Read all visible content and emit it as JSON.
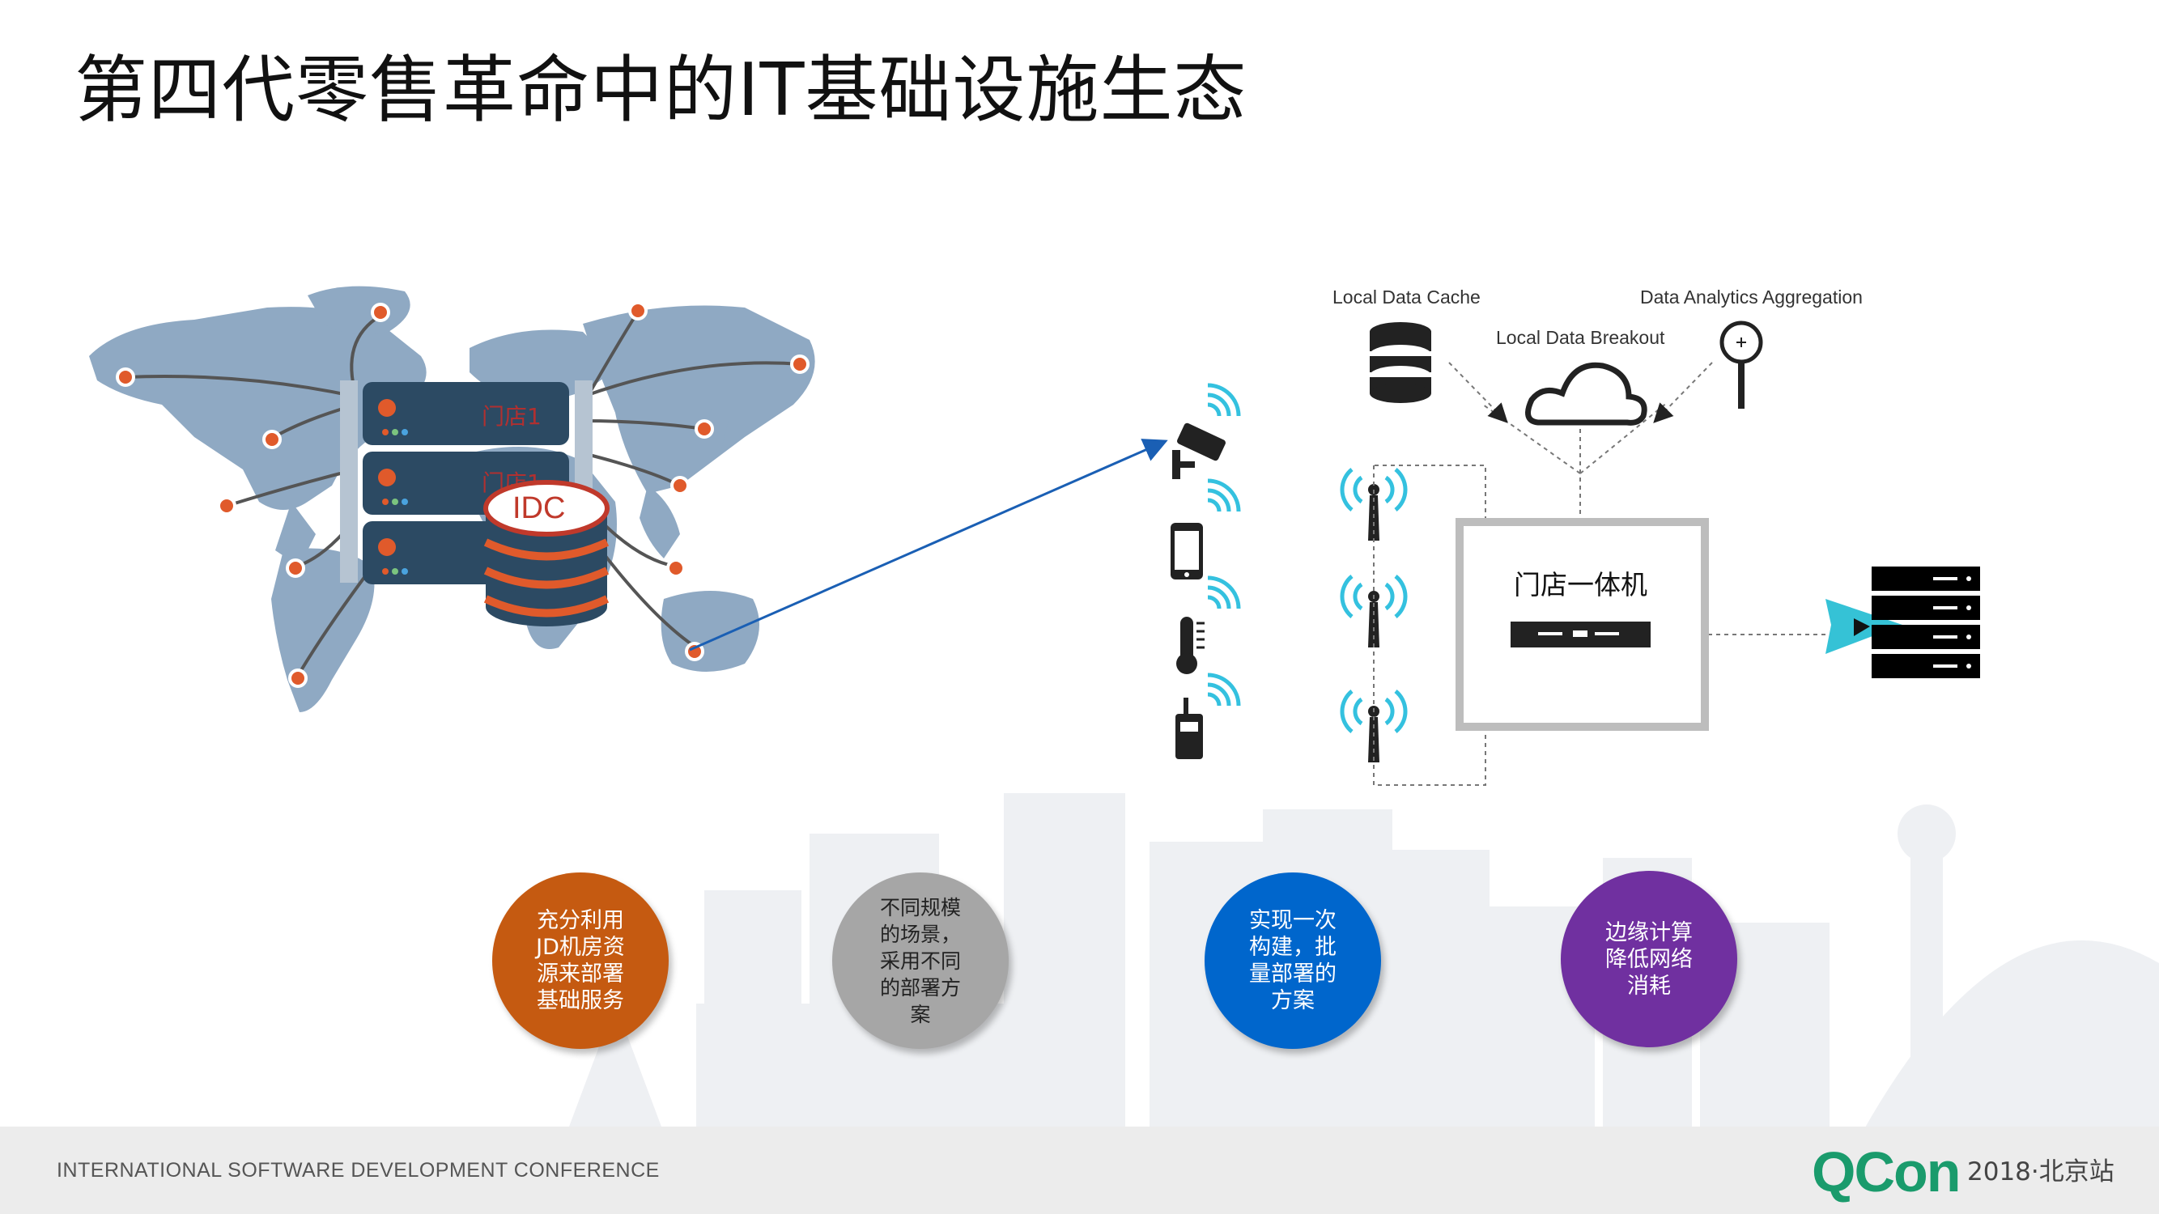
{
  "title": "第四代零售革命中的IT基础设施生态",
  "idc": {
    "badge": "IDC",
    "server_labels": [
      "门店1",
      "门店1"
    ]
  },
  "edge": {
    "local_data_cache": "Local Data Cache",
    "local_data_breakout": "Local Data Breakout",
    "data_analytics_aggregation": "Data Analytics Aggregation",
    "store_machine": "门店一体机",
    "device_icons": [
      "camera-icon",
      "smartphone-icon",
      "thermometer-icon",
      "walkie-talkie-icon"
    ]
  },
  "circles": [
    {
      "text": "充分利用\nJD机房资\n源来部署\n基础服务",
      "color": "#c55a11"
    },
    {
      "text": "不同规模\n的场景，\n采用不同\n的部署方\n案",
      "color": "#a6a6a6"
    },
    {
      "text": "实现一次\n构建，批\n量部署的\n方案",
      "color": "#0066cc"
    },
    {
      "text": "边缘计算\n降低网络\n消耗",
      "color": "#7030a0"
    }
  ],
  "footer": {
    "conference": "INTERNATIONAL SOFTWARE DEVELOPMENT CONFERENCE",
    "logo": "QCon",
    "event": "2018·北京站"
  },
  "colors": {
    "map": "#8fa9c3",
    "server": "#2c4a63",
    "idc_ring": "#c0392b",
    "wifi": "#34c1df",
    "link_blue": "#1a5fb4",
    "qcon_green": "#1a9b6c"
  }
}
